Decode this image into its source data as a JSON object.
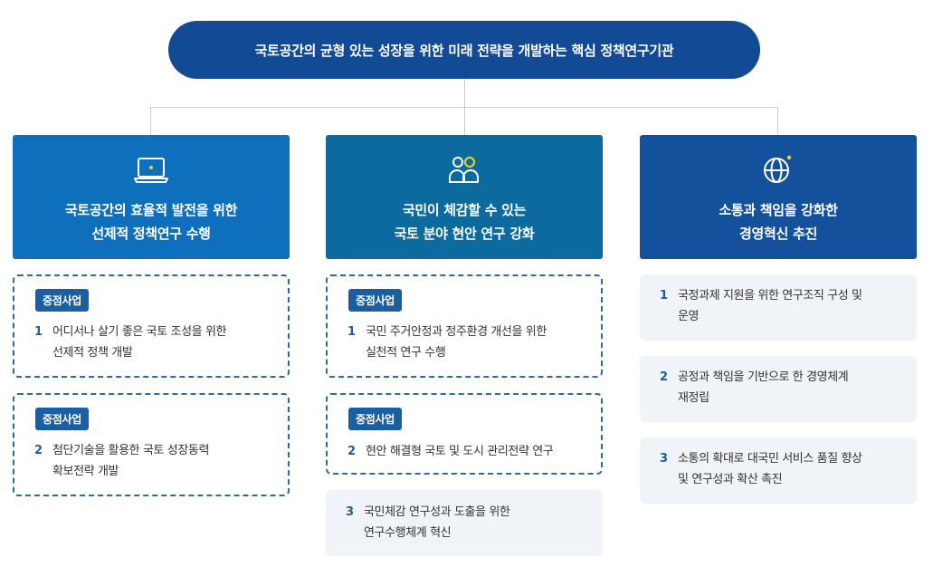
{
  "top": {
    "title": "국토공간의 균형 있는 성장을 위한 미래 전략을 개발하는 핵심 정책연구기관"
  },
  "columns": [
    {
      "color": "#0e6fbd",
      "icon": "laptop-icon",
      "title_lines": [
        "국토공간의 효율적 발전을 위한",
        "선제적 정책연구 수행"
      ],
      "items": [
        {
          "badge": "중점사업",
          "number": "1",
          "lines": [
            "어디서나 살기 좋은 국토 조성을 위한",
            "선제적 정책 개발"
          ]
        },
        {
          "badge": "중점사업",
          "number": "2",
          "lines": [
            "첨단기술을 활용한 국토 성장동력",
            "확보전략 개발"
          ]
        }
      ]
    },
    {
      "color": "#0c6a9e",
      "icon": "people-icon",
      "title_lines": [
        "국민이 체감할 수 있는",
        "국토 분야 현안 연구 강화"
      ],
      "items": [
        {
          "badge": "중점사업",
          "number": "1",
          "lines": [
            "국민 주거안정과 정주환경 개선을 위한",
            "실천적 연구 수행"
          ]
        },
        {
          "badge": "중점사업",
          "number": "2",
          "lines": [
            "현안 해결형 국토 및 도시 관리전략 연구"
          ]
        },
        {
          "number": "3",
          "lines": [
            "국민체감 연구성과 도출을 위한",
            "연구수행체계 혁신"
          ]
        }
      ]
    },
    {
      "color": "#14519d",
      "icon": "globe-icon",
      "title_lines": [
        "소통과 책임을 강화한",
        "경영혁신 추진"
      ],
      "items": [
        {
          "number": "1",
          "lines": [
            "국정과제 지원을 위한 연구조직 구성 및",
            "운영"
          ]
        },
        {
          "number": "2",
          "lines": [
            "공정과 책임을 기반으로 한 경영체계",
            "재정립"
          ]
        },
        {
          "number": "3",
          "lines": [
            "소통의 확대로 대국민 서비스 품질 향상",
            "및 연구성과 확산 촉진"
          ]
        }
      ]
    }
  ],
  "accent_yellow": "#f5d31c"
}
